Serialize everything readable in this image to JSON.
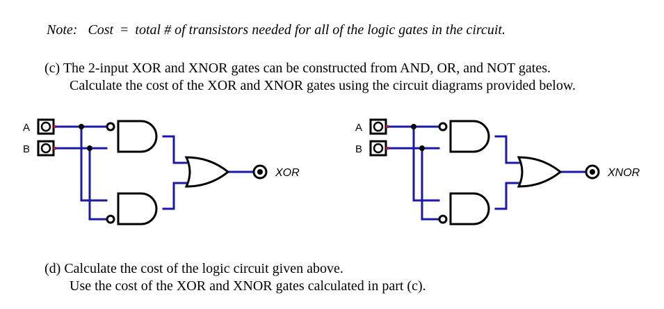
{
  "note": {
    "prefix": "Note:",
    "term": "Cost",
    "equals": "=",
    "definition": "total # of transistors needed for all of the logic gates in the circuit."
  },
  "part_c": {
    "line1": "(c) The 2-input XOR and XNOR gates can be constructed from AND, OR, and NOT gates.",
    "line2": "Calculate the cost of the XOR and XNOR gates using the circuit diagrams provided below."
  },
  "circuits": [
    {
      "input_a_label": "A",
      "input_b_label": "B",
      "output_label": "XOR"
    },
    {
      "input_a_label": "A",
      "input_b_label": "B",
      "output_label": "XNOR"
    }
  ],
  "part_d": {
    "line1": "(d) Calculate the cost of the logic circuit given above.",
    "line2": "Use the cost of the XOR and XNOR gates calculated in part (c)."
  },
  "colors": {
    "wire": "#1a1aa6",
    "gate_stroke": "#000000",
    "junction": "#000000",
    "pin_accent": "#b0202a"
  }
}
